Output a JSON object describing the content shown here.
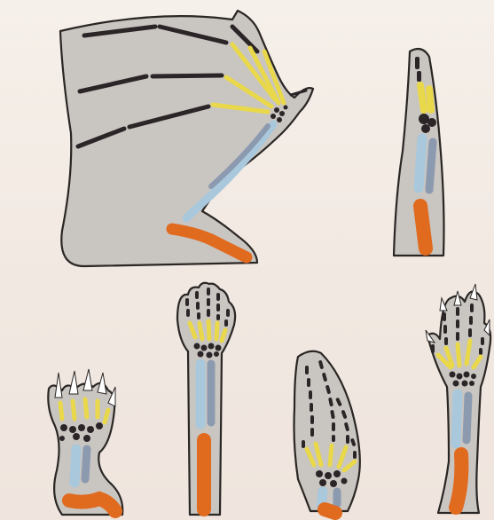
{
  "colors": {
    "background": "#f2eae3",
    "skin": "#c9c5c1",
    "outline": "#2a2624",
    "humerus": "#e06a1e",
    "radius_ulna_light": "#a9c8dc",
    "radius_ulna_dark": "#8c9ab0",
    "metacarpals": "#e9d84a",
    "carpals_phalanges": "#2b2527",
    "claw": "#ffffff"
  },
  "figures": [
    {
      "id": "bat-wing",
      "icon": "bat-wing-forelimb"
    },
    {
      "id": "whale-flipper",
      "icon": "flipper-forelimb"
    },
    {
      "id": "mole-paw",
      "icon": "digging-paw-forelimb"
    },
    {
      "id": "human-arm",
      "icon": "human-arm-forelimb"
    },
    {
      "id": "dolphin-flipper",
      "icon": "broad-flipper-forelimb"
    },
    {
      "id": "clawed-forelimb",
      "icon": "clawed-hand-forelimb"
    }
  ]
}
